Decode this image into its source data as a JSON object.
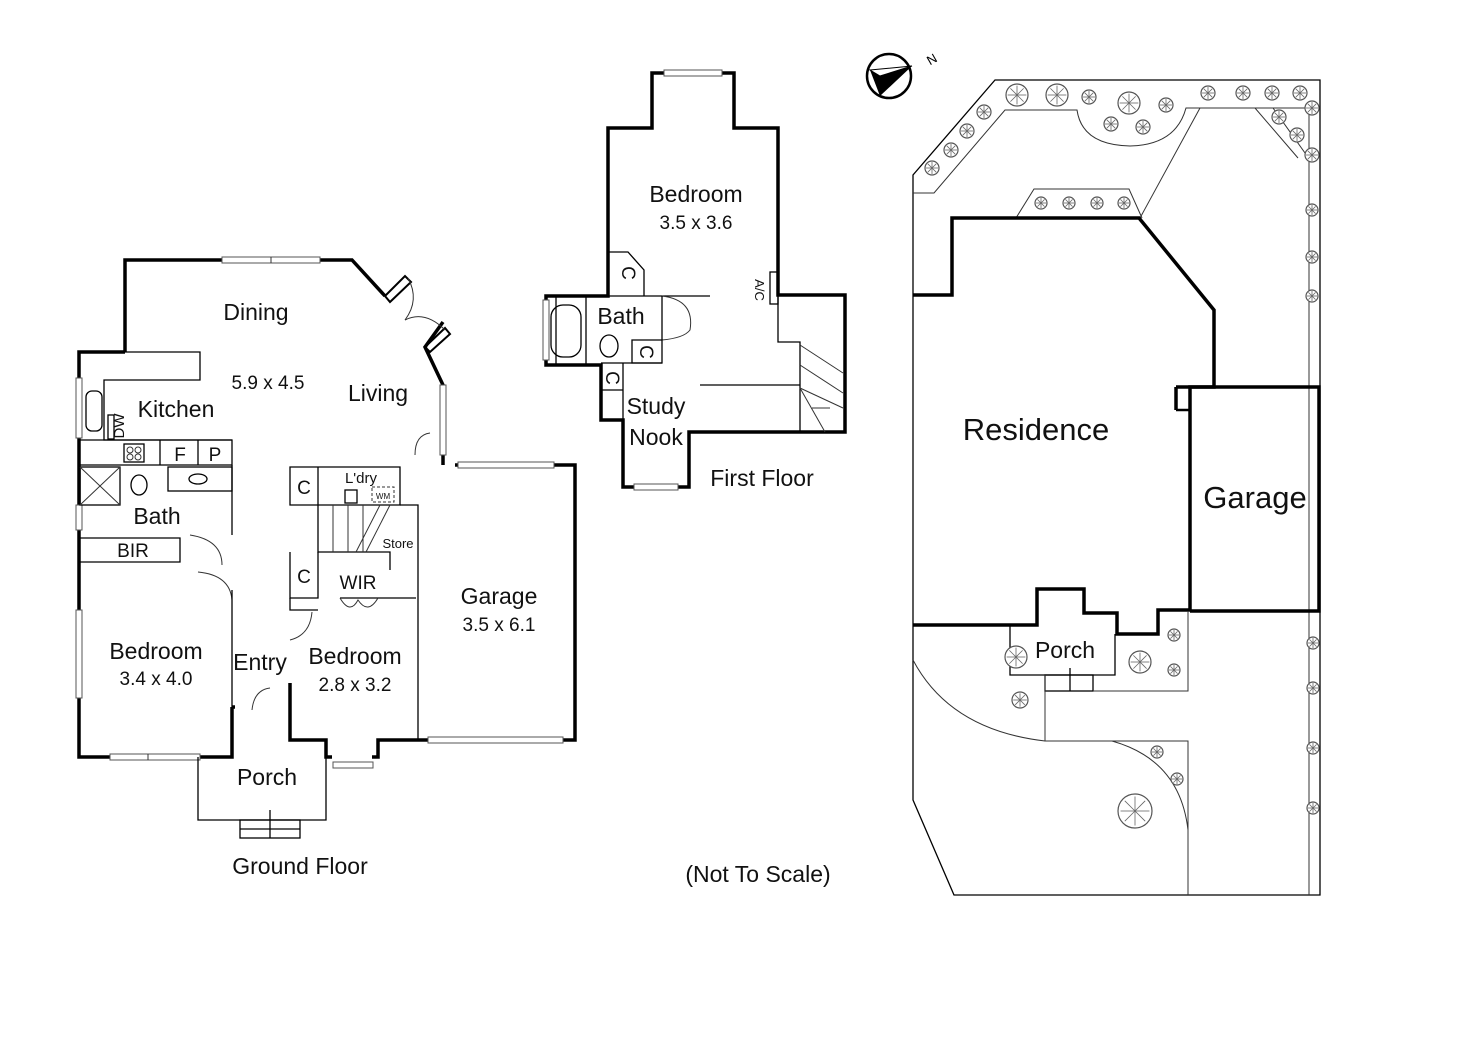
{
  "ground_floor": {
    "title": "Ground Floor",
    "rooms": {
      "dining": "Dining",
      "dining_dim": "5.9 x 4.5",
      "living": "Living",
      "kitchen": "Kitchen",
      "dw": "DW",
      "fridge": "F",
      "pantry": "P",
      "bath": "Bath",
      "bir": "BIR",
      "laundry": "L'dry",
      "wm": "WM",
      "cupboard": "C",
      "store": "Store",
      "wir": "WIR",
      "bedroom1": "Bedroom",
      "bedroom1_dim": "3.4 x 4.0",
      "entry": "Entry",
      "bedroom2": "Bedroom",
      "bedroom2_dim": "2.8 x 3.2",
      "garage": "Garage",
      "garage_dim": "3.5 x 6.1",
      "porch": "Porch"
    }
  },
  "first_floor": {
    "title": "First Floor",
    "rooms": {
      "bedroom": "Bedroom",
      "bedroom_dim": "3.5 x 3.6",
      "cupboard": "C",
      "ac": "A/C",
      "bath": "Bath",
      "study": "Study",
      "nook": "Nook"
    }
  },
  "site_plan": {
    "residence": "Residence",
    "garage": "Garage",
    "porch": "Porch",
    "north": "N"
  },
  "scale_note": "(Not To Scale)"
}
